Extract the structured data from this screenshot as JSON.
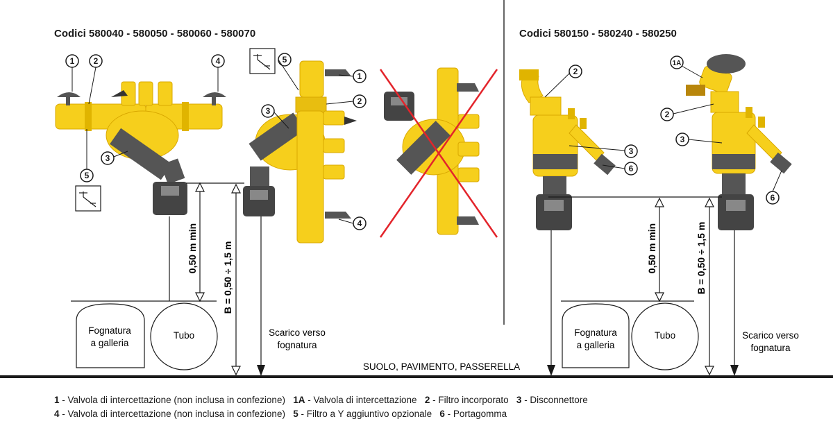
{
  "titles": {
    "left": "Codici 580040 - 580050 - 580060 - 580070",
    "right": "Codici 580150 - 580240 - 580250"
  },
  "callouts": {
    "n1": "1",
    "n1a": "1A",
    "n2": "2",
    "n3": "3",
    "n4": "4",
    "n5": "5",
    "n6": "6"
  },
  "labels": {
    "min_height": "0,50 m min",
    "b_height": "B = 0,50 ÷ 1,5 m",
    "sewer_line1": "Fognatura",
    "sewer_line2": "a galleria",
    "pipe": "Tubo",
    "drain_line1": "Scarico verso",
    "drain_line2": "fognatura",
    "ground": "SUOLO, PAVIMENTO, PASSERELLA"
  },
  "legend": {
    "row1": [
      {
        "num": "1",
        "text": " - Valvola di intercettazione (non inclusa in confezione)"
      },
      {
        "num": "1A",
        "text": " - Valvola di intercettazione"
      },
      {
        "num": "2",
        "text": " - Filtro incorporato"
      },
      {
        "num": "3",
        "text": " - Disconnettore"
      }
    ],
    "row2": [
      {
        "num": "4",
        "text": " - Valvola di intercettazione (non inclusa in confezione)"
      },
      {
        "num": "5",
        "text": " - Filtro a Y aggiuntivo opzionale"
      },
      {
        "num": "6",
        "text": " - Portagomma"
      }
    ]
  },
  "colors": {
    "brass": "#f6cf1c",
    "brass_dark": "#d9a800",
    "grey": "#555555",
    "dark": "#333333",
    "cross": "#e3242b",
    "line": "#1a1a1a"
  }
}
